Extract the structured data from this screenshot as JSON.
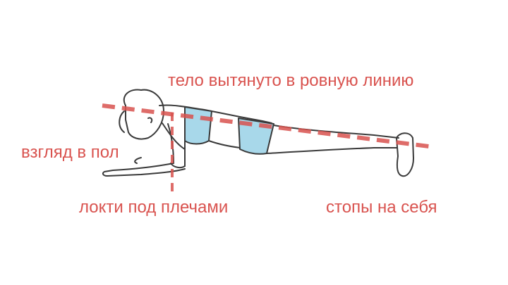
{
  "labels": {
    "body_line": "тело вытянуто в ровную линию",
    "gaze": "взгляд в пол",
    "elbows": "локти под плечами",
    "feet": "стопы на себя"
  },
  "colors": {
    "guide": "#d9534f",
    "outline": "#3a3a3a",
    "clothing": "#a8d8ea",
    "background": "#ffffff"
  }
}
